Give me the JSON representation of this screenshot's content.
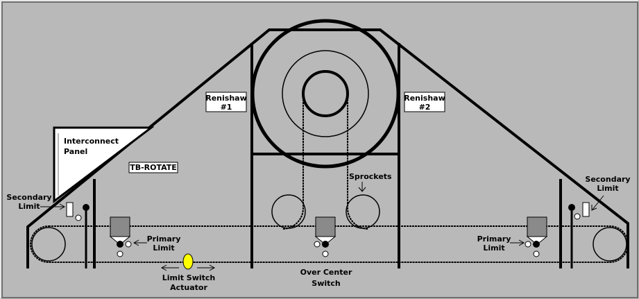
{
  "labels": {
    "interconnect_line1": "Interconnect",
    "interconnect_line2": "Panel",
    "renishaw1_line1": "Renishaw",
    "renishaw1_line2": "#1",
    "renishaw2_line1": "Renishaw",
    "renishaw2_line2": "#2",
    "tb_rotate": "TB-ROTATE",
    "sprockets": "Sprockets",
    "secondary_left_line1": "Secondary",
    "secondary_left_line2": "Limit",
    "secondary_right_line1": "Secondary",
    "secondary_right_line2": "Limit",
    "primary_left_line1": "Primary",
    "primary_left_line2": "Limit",
    "primary_right_line1": "Primary",
    "primary_right_line2": "Limit",
    "actuator_line1": "Limit Switch",
    "actuator_line2": "Actuator",
    "overcenter_line1": "Over Center",
    "overcenter_line2": "Switch"
  },
  "colors": {
    "background": "#b9b9b9",
    "line": "#000000",
    "panel_fill": "#ffffff",
    "switch_box": "#8a8a8a",
    "actuator": "#ffff00"
  }
}
